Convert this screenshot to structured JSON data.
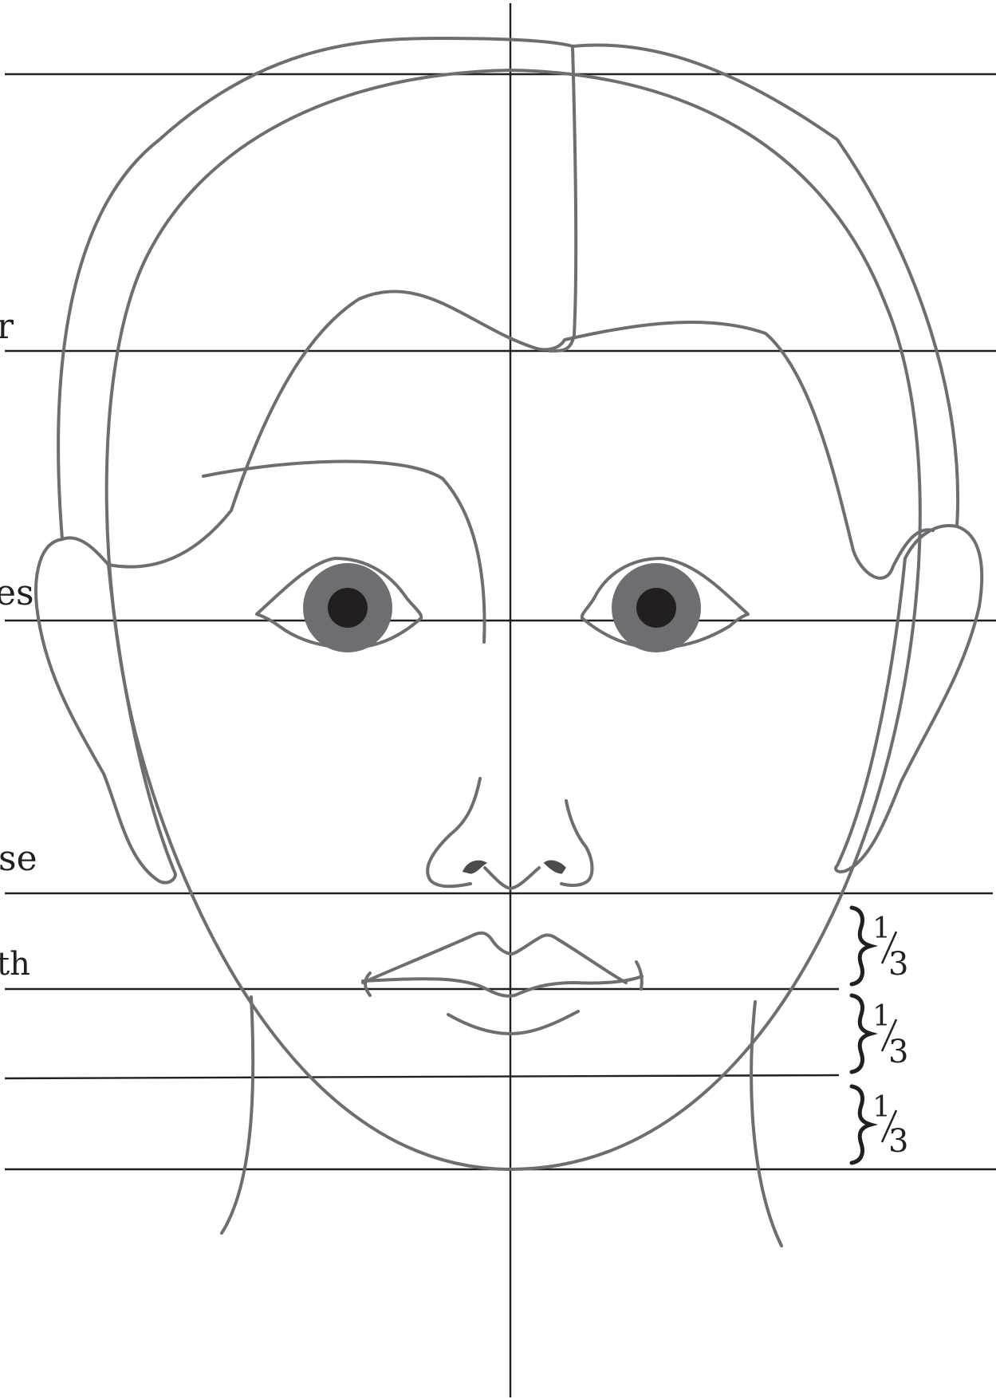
{
  "labels": {
    "hair": "r",
    "eyes": "es",
    "nose": "se",
    "mouth": "th"
  },
  "fractions": [
    {
      "num": "1",
      "den": "3"
    },
    {
      "num": "1",
      "den": "3"
    },
    {
      "num": "1",
      "den": "3"
    }
  ],
  "colors": {
    "outline": "#6d6e71",
    "guide": "#231f20",
    "iris": "#6d6e71",
    "pupil": "#231f20"
  }
}
